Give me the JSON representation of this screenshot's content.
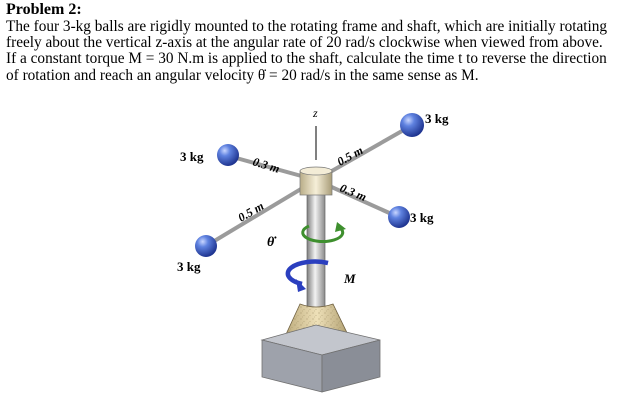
{
  "problem": {
    "title": "Problem 2:",
    "lines": [
      "The four 3-kg balls are rigidly mounted to the rotating frame and shaft, which are initially rotating",
      "freely about the vertical z-axis at the angular rate of 20 rad/s clockwise when viewed from above.",
      "If a constant torque M = 30 N.m is applied to the shaft, calculate the time t to reverse the direction",
      "of rotation and reach an angular velocity θ̇  = 20 rad/s in the same sense as M."
    ]
  },
  "figure": {
    "axis_label": "z",
    "ball_labels": [
      "3 kg",
      "3 kg",
      "3 kg",
      "3 kg"
    ],
    "arm_labels": [
      "0.3 m",
      "0.5 m",
      "0.5 m",
      "0.3 m"
    ],
    "theta_dot_label": "θ̇",
    "torque_label": "M",
    "colors": {
      "ball": "#3f63c9",
      "arrow_green": "#3e8f2e",
      "arrow_blue": "#2b3fbf",
      "shaft": "#b9b9b9",
      "hub": "#e6dcc0",
      "base": "#d8c79a",
      "block": "#a7aab2"
    }
  }
}
